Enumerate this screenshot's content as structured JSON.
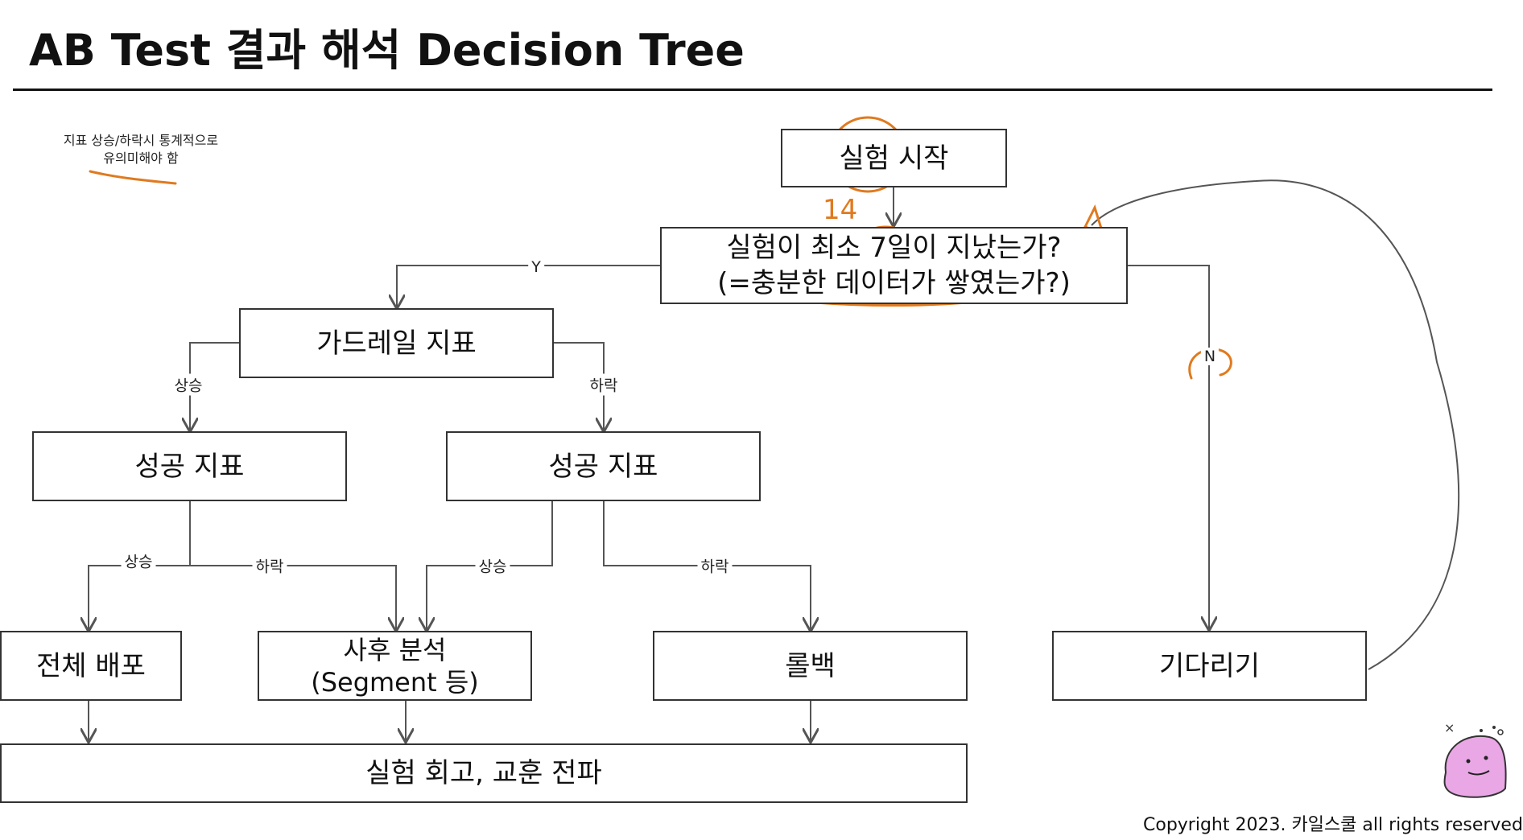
{
  "title": "AB Test 결과 해석 Decision Tree",
  "note": {
    "line1": "지표 상승/하락시 통계적으로",
    "line2": "유의미해야 함"
  },
  "nodes": {
    "start": "실험 시작",
    "check_line1": "실험이 최소 7일이 지났는가?",
    "check_line2": "(=충분한 데이터가 쌓였는가?)",
    "guardrail": "가드레일 지표",
    "success_left": "성공 지표",
    "success_right": "성공 지표",
    "full_deploy": "전체 배포",
    "post_line1": "사후 분석",
    "post_line2": "(Segment 등)",
    "rollback": "롤백",
    "wait": "기다리기",
    "retro": "실험 회고, 교훈 전파"
  },
  "edge_labels": {
    "yes": "Y",
    "no": "N",
    "guard_up": "상승",
    "guard_down": "하락",
    "left_up": "상승",
    "left_down": "하락",
    "right_up": "상승",
    "right_down": "하락"
  },
  "annotations": {
    "handwritten_number": "14"
  },
  "copyright": "Copyright 2023. 카일스쿨 all rights reserved",
  "colors": {
    "annotation": "#e07a1f",
    "line": "#555555",
    "mascot": "#e9a7e6"
  },
  "icons": [
    "mascot-icon"
  ]
}
